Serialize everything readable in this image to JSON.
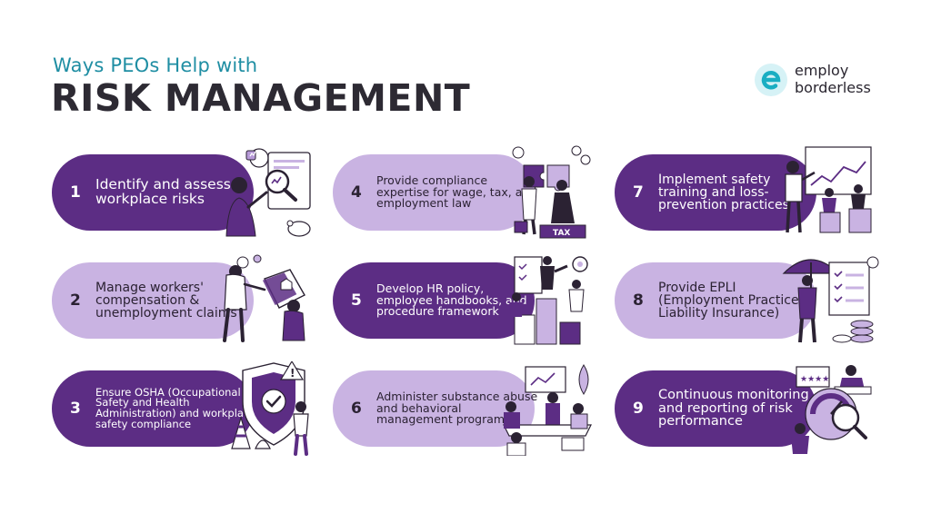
{
  "header": {
    "subtitle": "Ways PEOs Help with",
    "title": "RISK MANAGEMENT"
  },
  "logo": {
    "line1": "employ",
    "line2": "borderless",
    "mark": "e",
    "mark_color": "#1aaec2"
  },
  "colors": {
    "dark_pill": "#5c2d84",
    "light_pill": "#c9b3e2",
    "subtitle": "#1f8ea3",
    "title": "#2d2a33"
  },
  "cards": [
    {
      "number": "1",
      "text": "Identify and assess workplace risks",
      "icon": "analyst-with-magnifier-illustration"
    },
    {
      "number": "2",
      "text": "Manage workers' compensation & unemployment claims",
      "icon": "claim-handover-illustration"
    },
    {
      "number": "3",
      "text": "Ensure OSHA (Occupational Safety and Health Administration) and workplace safety compliance",
      "icon": "safety-shield-illustration"
    },
    {
      "number": "4",
      "text": "Provide compliance expertise for wage, tax, and employment law",
      "icon": "tax-puzzle-illustration"
    },
    {
      "number": "5",
      "text": "Develop HR policy, employee handbooks, and procedure framework",
      "icon": "policy-blocks-illustration"
    },
    {
      "number": "6",
      "text": "Administer substance abuse and behavioral management programs",
      "icon": "team-meeting-illustration"
    },
    {
      "number": "7",
      "text": "Implement safety training and loss-prevention practices",
      "icon": "training-presentation-illustration"
    },
    {
      "number": "8",
      "text": "Provide EPLI (Employment Practices Liability Insurance)",
      "icon": "insurance-umbrella-illustration"
    },
    {
      "number": "9",
      "text": "Continuous monitoring and reporting of risk performance",
      "icon": "monitoring-dashboard-illustration"
    }
  ]
}
